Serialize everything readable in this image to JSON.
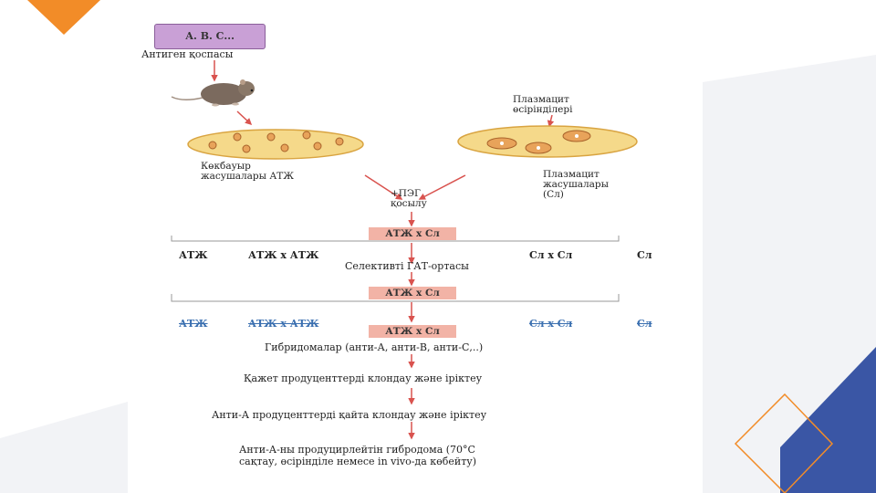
{
  "colors": {
    "accent_orange": "#f28c28",
    "accent_blue": "#3a56a5",
    "antigen_box": "#c9a0d6",
    "dish_fill": "#f5d98a",
    "dish_stroke": "#d9a441",
    "cell_fill": "#e8a35a",
    "highlight_box": "#f2b3a6",
    "arrow": "#d9534f"
  },
  "diagram": {
    "antigen_box": "А. В. С...",
    "antigen_label": "Антиген қоспасы",
    "spleen_label_line1": "Көкбауыр",
    "spleen_label_line2": "жасушалары АТЖ",
    "plasma_culture_line1": "Плазмацит",
    "plasma_culture_line2": "өсірінділері",
    "plasma_cells_line1": "Плазмацит",
    "plasma_cells_line2": "жасушалары",
    "plasma_cells_line3": "(Сл)",
    "peg_line1": "+ПЭГ",
    "peg_line2": "қосылу",
    "fusion_box_1": "АТЖ х Сл",
    "row1": [
      "АТЖ",
      "АТЖ х АТЖ",
      "Сл х Сл",
      "Сл"
    ],
    "selective_medium": "Селективті ГАТ-ортасы",
    "fusion_box_2": "АТЖ х Сл",
    "row2": [
      "АТЖ",
      "АТЖ х АТЖ",
      "Сл х Сл",
      "Сл"
    ],
    "fusion_box_3": "АТЖ х Сл",
    "hybridomas": "Гибридомалар (анти-А, анти-В, анти-С,..)",
    "step1": "Қажет продуценттерді клондау және іріктеу",
    "step2": "Анти-А продуценттерді қайта клондау және іріктеу",
    "step3_line1": "Анти-А-ны продуцирлейтін гибродома (70°С",
    "step3_line2": "сақтау, өсірінділе немесе in vivo-да көбейту)"
  }
}
